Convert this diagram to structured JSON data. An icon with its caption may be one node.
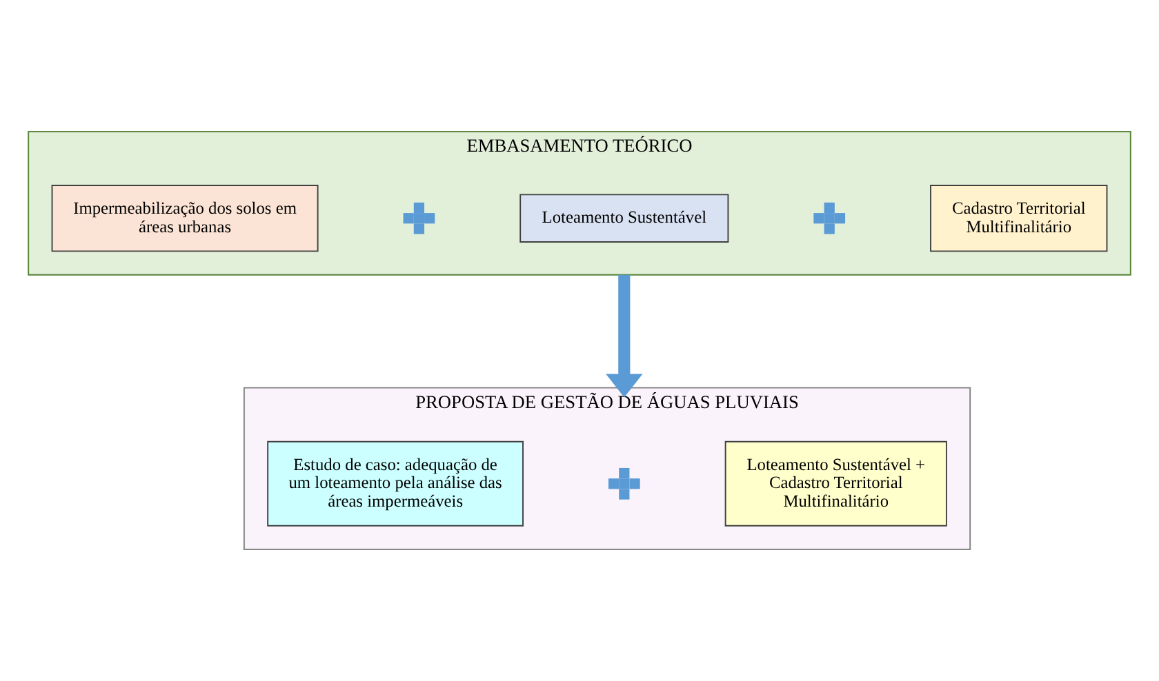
{
  "diagram": {
    "nodes": [
      {
        "text": [
          "EMBASAMENTO TEÓRICO"
        ]
      },
      {
        "text": [
          "Impermeabilização dos solos em áreas urbanas"
        ],
        "in": 0
      },
      {
        "text": [],
        "shape": "plus",
        "in": 0
      },
      {
        "text": [
          "Loteamento Sustentável"
        ],
        "in": 0
      },
      {
        "text": [],
        "shape": "plus",
        "in": 0
      },
      {
        "text": [
          "Cadastro Territorial Multifinalitário"
        ],
        "in": 0
      },
      {
        "text": [
          "PROPOSTA DE GESTÃO DE ÁGUAS PLUVIAIS"
        ]
      },
      {
        "text": [
          "Estudo de caso: adequação de um loteamento pela análise das áreas impermeáveis"
        ],
        "in": 6
      },
      {
        "text": [],
        "shape": "plus",
        "in": 6
      },
      {
        "text": [
          "Loteamento Sustentável + Cadastro Territorial Multifinalitário"
        ],
        "in": 6
      }
    ],
    "edges": [
      {
        "from": 0,
        "to": 6,
        "arrow": "to"
      }
    ]
  }
}
